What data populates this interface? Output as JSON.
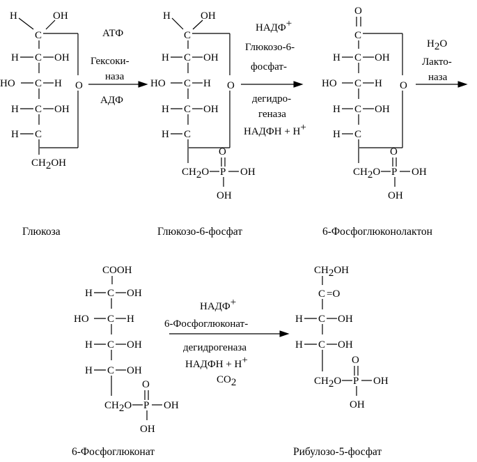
{
  "atoms": {
    "H": "H",
    "OH": "OH",
    "O": "O",
    "HO": "HO",
    "C": "C",
    "P": "P",
    "CH": "CH",
    "COOH": "COOH",
    "eq_O": "=O"
  },
  "labels": {
    "sub2": "2",
    "plus": "+"
  },
  "compounds": {
    "glucose": "Глюкоза",
    "g6p": "Глюкозо-6-фосфат",
    "lactone": "6-Фосфоглюконолактон",
    "gluconate": "6-Фосфоглюконат",
    "ribulose": "Рибулозо-5-фосфат"
  },
  "reactions": {
    "r1": {
      "above": [
        "АТФ",
        "Гексоки-",
        "наза"
      ],
      "below": [
        "АДФ"
      ]
    },
    "r2": {
      "above": [
        "НАДФ",
        "Глюкозо-6-",
        "фосфат-"
      ],
      "below": [
        "дегидро-",
        "геназа",
        "НАДФН + Н"
      ]
    },
    "r3": {
      "above": [
        "Н",
        "O",
        "Лакто-",
        "наза"
      ],
      "below": []
    },
    "r4": {
      "above": [
        "НАДФ",
        "6-Фосфоглюконат-"
      ],
      "below": [
        "дегидрогеназа",
        "НАДФН + Н",
        "CO"
      ]
    }
  }
}
